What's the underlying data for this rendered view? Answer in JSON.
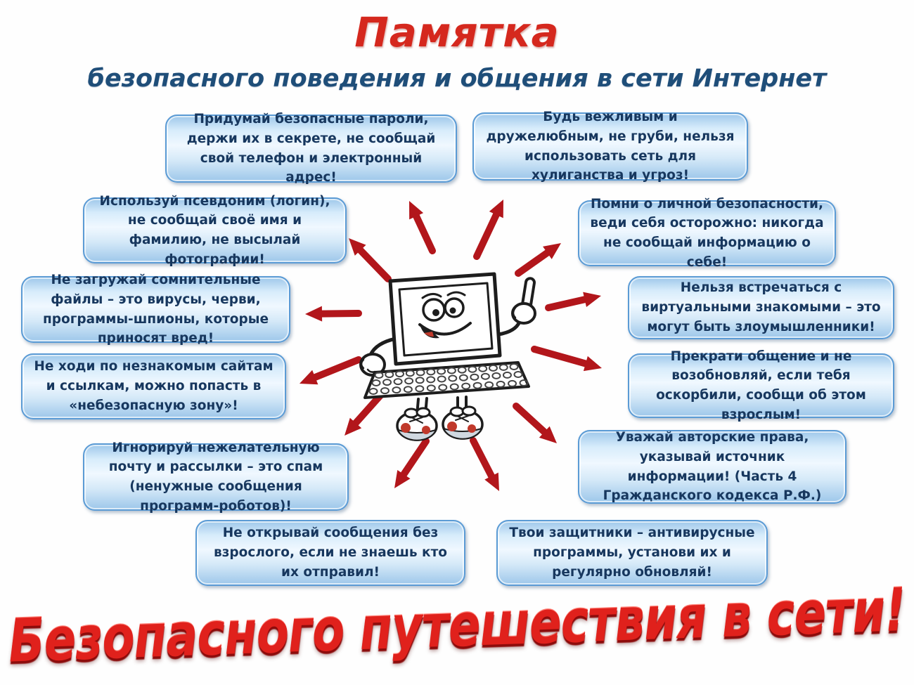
{
  "title": "Памятка",
  "subtitle": "безопасного поведения и общения в сети Интернет",
  "footer_banner": "Безопасного путешествия в сети!",
  "colors": {
    "title_red": "#d5281e",
    "subtitle_blue": "#1f4e79",
    "box_border_blue": "#5b9bd5",
    "box_fill_light": "#d7ecfb",
    "box_text_navy": "#17375e",
    "arrow_red": "#b2161b",
    "banner_red": "#e0211c"
  },
  "mascot": {
    "name": "laptop-cartoon-character",
    "description": "smiling laptop with eyes, raised pointing finger, fists and red-white sneakers"
  },
  "tips": [
    {
      "id": "passwords",
      "text": "Придумай безопасные пароли, держи их в секрете, не сообщай свой телефон и электронный адрес!"
    },
    {
      "id": "politeness",
      "text": "Будь вежливым и дружелюбным, не груби, нельзя использовать сеть для хулиганства и угроз!"
    },
    {
      "id": "nickname",
      "text": "Используй псевдоним (логин), не сообщай своё имя и фамилию, не высылай фотографии!"
    },
    {
      "id": "personal-safety",
      "text": "Помни о личной безопасности, веди себя осторожно: никогда не сообщай информацию о себе!"
    },
    {
      "id": "suspicious-files",
      "text": "Не загружай сомнительные файлы – это вирусы, черви, программы-шпионы, которые приносят вред!"
    },
    {
      "id": "virtual-strangers",
      "text": "Нельзя встречаться с виртуальными знакомыми – это могут быть злоумышленники!"
    },
    {
      "id": "unknown-sites",
      "text": "Не ходи по незнакомым сайтам и ссылкам, можно попасть в «небезопасную зону»!"
    },
    {
      "id": "stop-communication",
      "text": "Прекрати общение и не возобновляй, если тебя оскорбили, сообщи об этом взрослым!"
    },
    {
      "id": "spam",
      "text": "Игнорируй нежелательную почту и рассылки – это спам (ненужные сообщения программ-роботов)!"
    },
    {
      "id": "copyright",
      "text": "Уважай авторские права, указывай источник информации! (Часть 4 Гражданского кодекса Р.Ф.)"
    },
    {
      "id": "unknown-messages",
      "text": "Не открывай сообщения без взрослого, если не знаешь кто их отправил!"
    },
    {
      "id": "antivirus",
      "text": "Твои защитники – антивирусные программы, установи их и регулярно обновляй!"
    }
  ]
}
